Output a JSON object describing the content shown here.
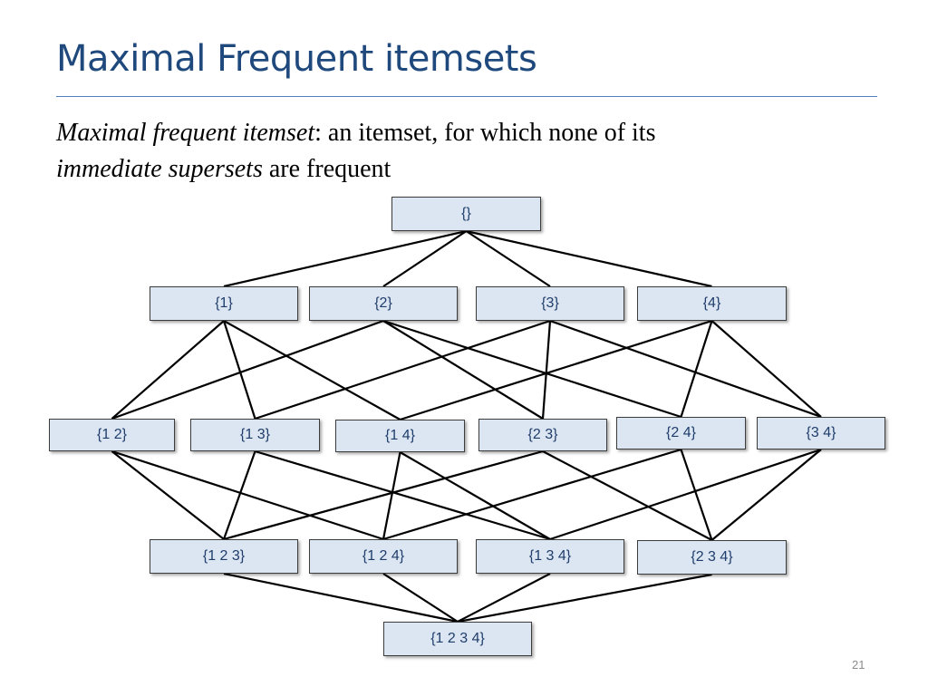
{
  "slide": {
    "title": "Maximal Frequent itemsets",
    "definition": {
      "term": "Maximal frequent itemset",
      "text1": ": an itemset, for which none of its",
      "emphasis": "immediate supersets",
      "text2": " are frequent"
    },
    "slide_number": "21"
  },
  "lattice": {
    "nodes": [
      {
        "id": "empty",
        "label": "{}"
      },
      {
        "id": "1",
        "label": "{1}"
      },
      {
        "id": "2",
        "label": "{2}"
      },
      {
        "id": "3",
        "label": "{3}"
      },
      {
        "id": "4",
        "label": "{4}"
      },
      {
        "id": "12",
        "label": "{1 2}"
      },
      {
        "id": "13",
        "label": "{1 3}"
      },
      {
        "id": "14",
        "label": "{1 4}"
      },
      {
        "id": "23",
        "label": "{2 3}"
      },
      {
        "id": "24",
        "label": "{2 4}"
      },
      {
        "id": "34",
        "label": "{3 4}"
      },
      {
        "id": "123",
        "label": "{1 2 3}"
      },
      {
        "id": "124",
        "label": "{1 2 4}"
      },
      {
        "id": "134",
        "label": "{1 3 4}"
      },
      {
        "id": "234",
        "label": "{2 3 4}"
      },
      {
        "id": "1234",
        "label": "{1 2 3 4}"
      }
    ],
    "edges": [
      [
        "empty",
        "1"
      ],
      [
        "empty",
        "2"
      ],
      [
        "empty",
        "3"
      ],
      [
        "empty",
        "4"
      ],
      [
        "1",
        "12"
      ],
      [
        "1",
        "13"
      ],
      [
        "1",
        "14"
      ],
      [
        "2",
        "12"
      ],
      [
        "2",
        "23"
      ],
      [
        "2",
        "24"
      ],
      [
        "3",
        "13"
      ],
      [
        "3",
        "23"
      ],
      [
        "3",
        "34"
      ],
      [
        "4",
        "14"
      ],
      [
        "4",
        "24"
      ],
      [
        "4",
        "34"
      ],
      [
        "12",
        "123"
      ],
      [
        "12",
        "124"
      ],
      [
        "13",
        "123"
      ],
      [
        "13",
        "134"
      ],
      [
        "14",
        "124"
      ],
      [
        "14",
        "134"
      ],
      [
        "23",
        "123"
      ],
      [
        "23",
        "234"
      ],
      [
        "24",
        "124"
      ],
      [
        "24",
        "234"
      ],
      [
        "34",
        "134"
      ],
      [
        "34",
        "234"
      ],
      [
        "123",
        "1234"
      ],
      [
        "124",
        "1234"
      ],
      [
        "134",
        "1234"
      ],
      [
        "234",
        "1234"
      ]
    ]
  }
}
